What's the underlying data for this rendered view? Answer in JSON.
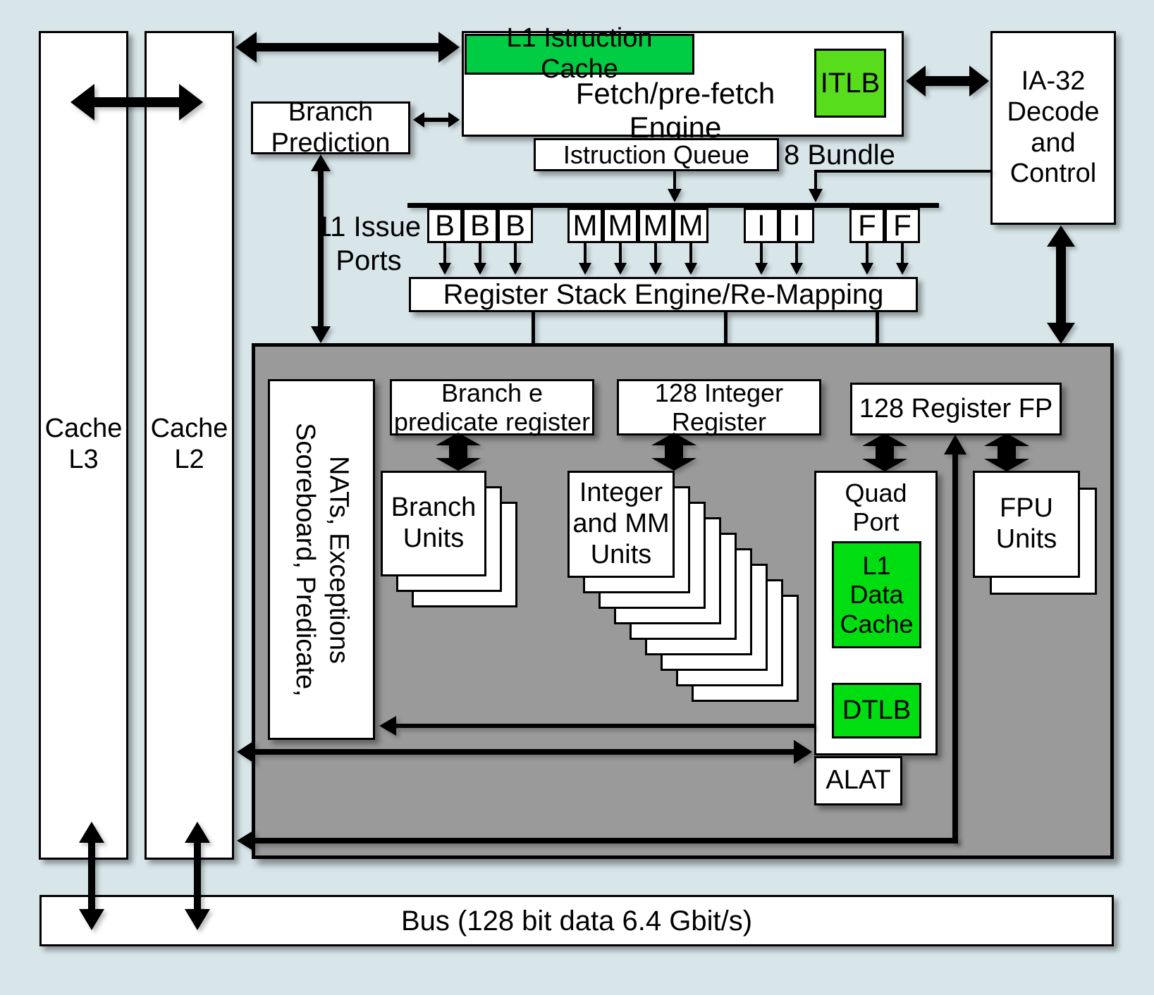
{
  "palette": {
    "background": "#d8e6ea",
    "core_panel_gray": "#9a9a9a",
    "box_white": "#ffffff",
    "l1_instruction_green": "#00cc44",
    "itlb_green": "#57dd1c",
    "data_cache_green": "#00dd11",
    "line_black": "#000000"
  },
  "caches": {
    "l3": "Cache\nL3",
    "l2": "Cache\nL2"
  },
  "fetch": {
    "l1_cache": "L1 Istruction Cache",
    "engine": "Fetch/pre-fetch Engine",
    "itlb": "ITLB"
  },
  "decode": {
    "ia32": "IA-32\nDecode\nand\nControl"
  },
  "branch_prediction": "Branch\nPrediction",
  "queue": {
    "label": "Istruction Queue",
    "bundle": "8 Bundle"
  },
  "issue": {
    "caption": "11 Issue\nPorts",
    "labels": [
      "B",
      "B",
      "B",
      "M",
      "M",
      "M",
      "M",
      "I",
      "I",
      "F",
      "F"
    ]
  },
  "rse": "Register Stack Engine/Re-Mapping",
  "core": {
    "scoreboard": "Scoreboard, Predicate,\nNATs, Exceptions",
    "branch_register": "Branch e\npredicate register",
    "integer_register": "128 Integer\nRegister",
    "fp_register": "128 Register FP",
    "branch_units": "Branch\nUnits",
    "integer_units": "Integer\nand MM\nUnits",
    "fpu_units": "FPU\nUnits",
    "quad_port": "Quad\nPort",
    "l1_data_cache": "L1\nData\nCache",
    "dtlb": "DTLB",
    "alat": "ALAT"
  },
  "bus": "Bus (128 bit data 6.4 Gbit/s)"
}
